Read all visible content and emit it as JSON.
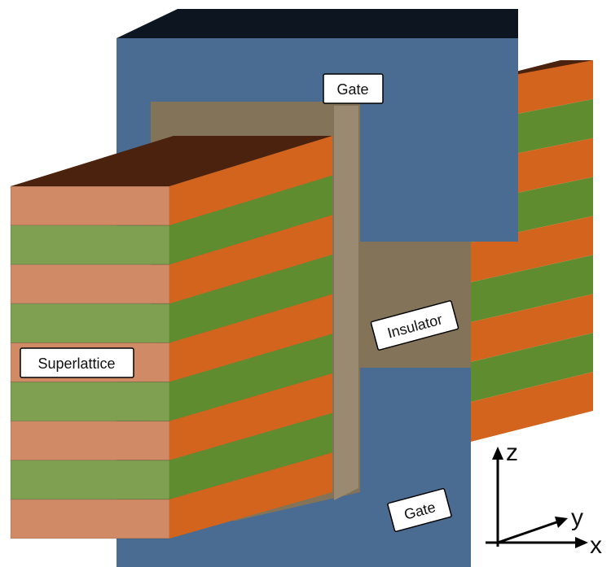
{
  "labels": {
    "gate_top": "Gate",
    "gate_bottom": "Gate",
    "insulator": "Insulator",
    "superlattice": "Superlattice"
  },
  "axes": {
    "z": "z",
    "y": "y",
    "x": "x"
  },
  "colors": {
    "gate_front": "#4a6b92",
    "gate_side": "#3e5a80",
    "gate_top": "#0d1620",
    "insulator_front": "#837358",
    "insulator_side": "#9a8a72",
    "sl_orange_front": "#d08a66",
    "sl_green_front": "#7fa050",
    "sl_orange_side": "#d2641e",
    "sl_green_side": "#5e8c2e",
    "sl_top": "#4a220e",
    "label_bg": "#ffffff",
    "label_border": "#000000"
  },
  "superlattice": {
    "layer_count": 9,
    "layer_pattern": [
      "orange",
      "green",
      "orange",
      "green",
      "orange",
      "green",
      "orange",
      "green",
      "orange"
    ]
  }
}
